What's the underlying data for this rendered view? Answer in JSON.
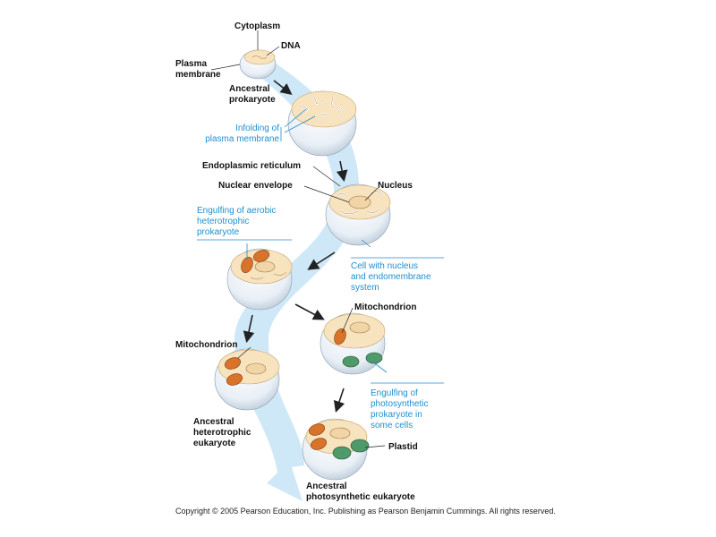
{
  "labels": {
    "cytoplasm": "Cytoplasm",
    "dna": "DNA",
    "plasma_membrane": "Plasma\nmembrane",
    "ancestral_prokaryote": "Ancestral\nprokaryote",
    "infolding": "Infolding of\nplasma membrane",
    "endoplasmic_reticulum": "Endoplasmic reticulum",
    "nuclear_envelope": "Nuclear envelope",
    "nucleus": "Nucleus",
    "engulfing_aerobic": "Engulfing of aerobic\nheterotrophic\nprokaryote",
    "cell_nucleus_system": "Cell with nucleus\nand endomembrane\nsystem",
    "mitochondrion_right": "Mitochondrion",
    "mitochondrion_left": "Mitochondrion",
    "engulfing_photosynthetic": "Engulfing of\nphotosynthetic\nprokaryote in\nsome cells",
    "plastid": "Plastid",
    "ancestral_heterotrophic": "Ancestral\nheterotrophic\neukaryote",
    "ancestral_photosynthetic": "Ancestral\nphotosynthetic eukaryote"
  },
  "copyright": "Copyright ©  2005 Pearson Education, Inc. Publishing as Pearson Benjamin Cummings. All rights reserved.",
  "colors": {
    "flow_arrow": "#cfe8f8",
    "cytoplasm": "#f7e3bd",
    "cell_shell": "#e6eef6",
    "mitochondrion": "#d9732a",
    "plastid": "#4f9a6a",
    "accent_label": "#1f8fd0"
  }
}
